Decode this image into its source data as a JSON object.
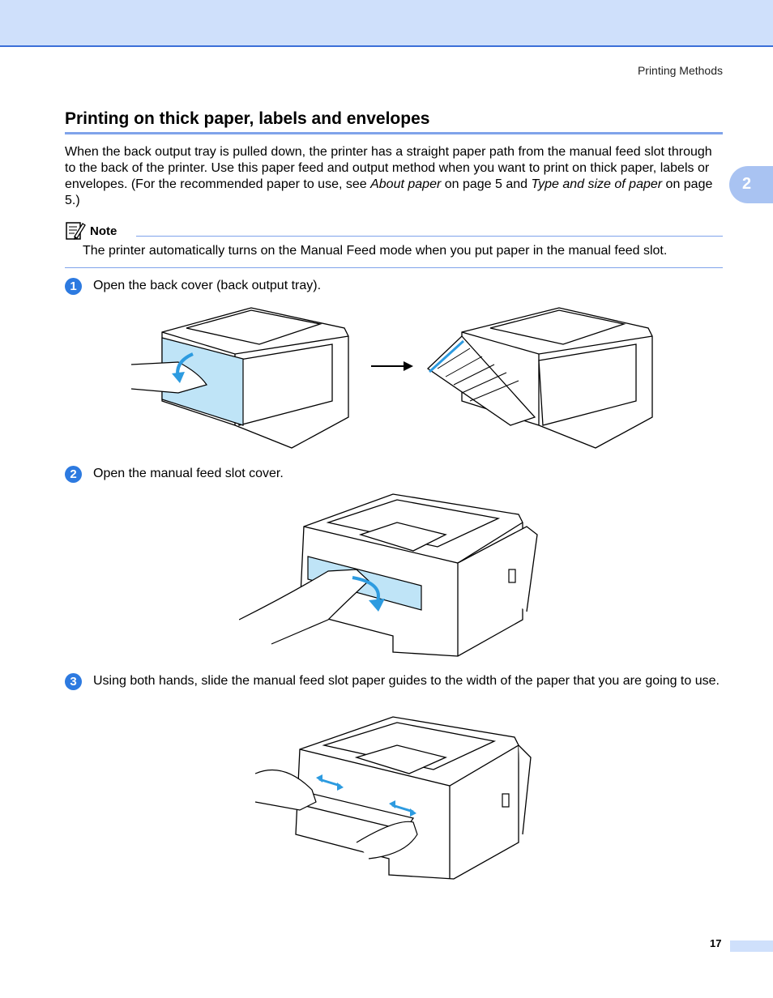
{
  "header": {
    "running_title": "Printing Methods",
    "chapter_number": "2"
  },
  "section": {
    "title": "Printing on thick paper, labels and envelopes",
    "intro": {
      "part1": "When the back output tray is pulled down, the printer has a straight paper path from the manual feed slot through to the back of the printer. Use this paper feed and output method when you want to print on thick paper, labels or envelopes. (For the recommended paper to use, see ",
      "link1": "About paper",
      "part2": " on page 5 and ",
      "link2": "Type and size of paper",
      "part3": " on page 5.)"
    }
  },
  "note": {
    "label": "Note",
    "text": "The printer automatically turns on the Manual Feed mode when you put paper in the manual feed slot."
  },
  "steps": [
    {
      "number": "1",
      "text": "Open the back cover (back output tray)."
    },
    {
      "number": "2",
      "text": "Open the manual feed slot cover."
    },
    {
      "number": "3",
      "text": "Using both hands, slide the manual feed slot paper guides to the width of the paper that you are going to use."
    }
  ],
  "footer": {
    "page_number": "17"
  },
  "colors": {
    "accent": "#3b6fd8",
    "band": "#cfe0fb",
    "highlight": "#2d9be0",
    "step_badge": "#2d7ae0"
  }
}
